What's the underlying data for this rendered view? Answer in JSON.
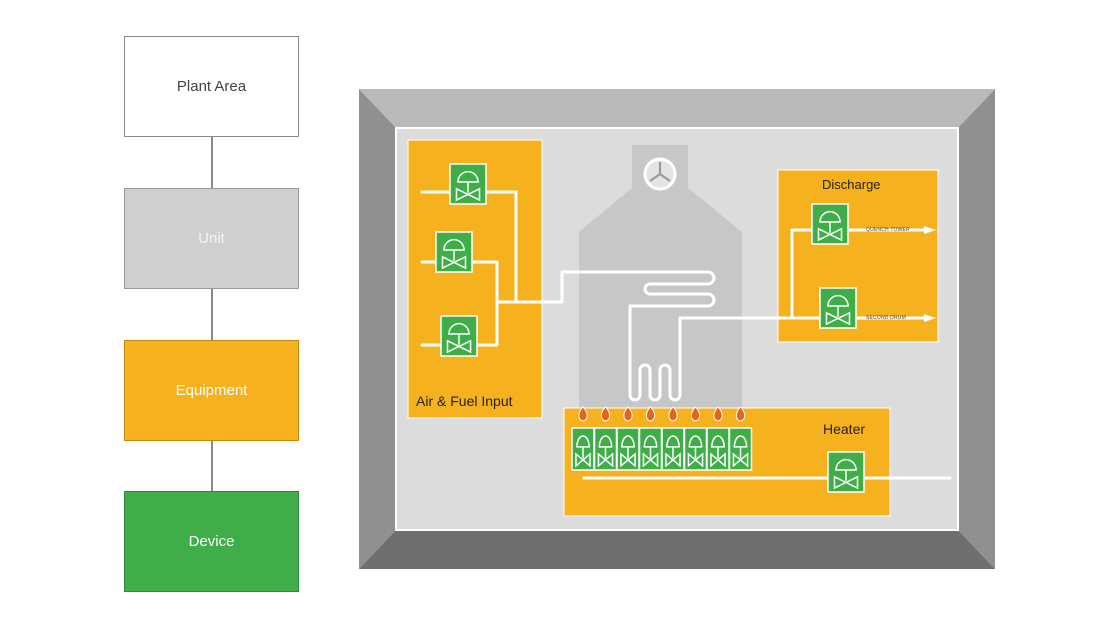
{
  "hierarchy": [
    {
      "label": "Plant Area",
      "fill": "#ffffff",
      "border": "#8a8a8a",
      "text": "#444444"
    },
    {
      "label": "Unit",
      "fill": "#cfcfd1",
      "border": "#9a9a9a",
      "text": "#f4f4f4"
    },
    {
      "label": "Equipment",
      "fill": "#f6b21e",
      "border": "#c58b10",
      "text": "#ffffff"
    },
    {
      "label": "Device",
      "fill": "#3fae49",
      "border": "#2b8a35",
      "text": "#ffffff"
    }
  ],
  "zones": {
    "air_fuel": "Air & Fuel Input",
    "discharge": "Discharge",
    "heater": "Heater"
  },
  "outlets": {
    "quench_tower": "QUENCH TOWER",
    "second_drum": "SECOND DRUM"
  },
  "colors": {
    "zone_fill": "#f6b21e",
    "device_fill": "#3fae49",
    "frame_top": "#b9babc",
    "frame_side": "#8f9092",
    "frame_bottom": "#6e6f71",
    "floor": "#dcdcdc",
    "vessel": "#c7c7c9",
    "flame": "#e8631a"
  }
}
